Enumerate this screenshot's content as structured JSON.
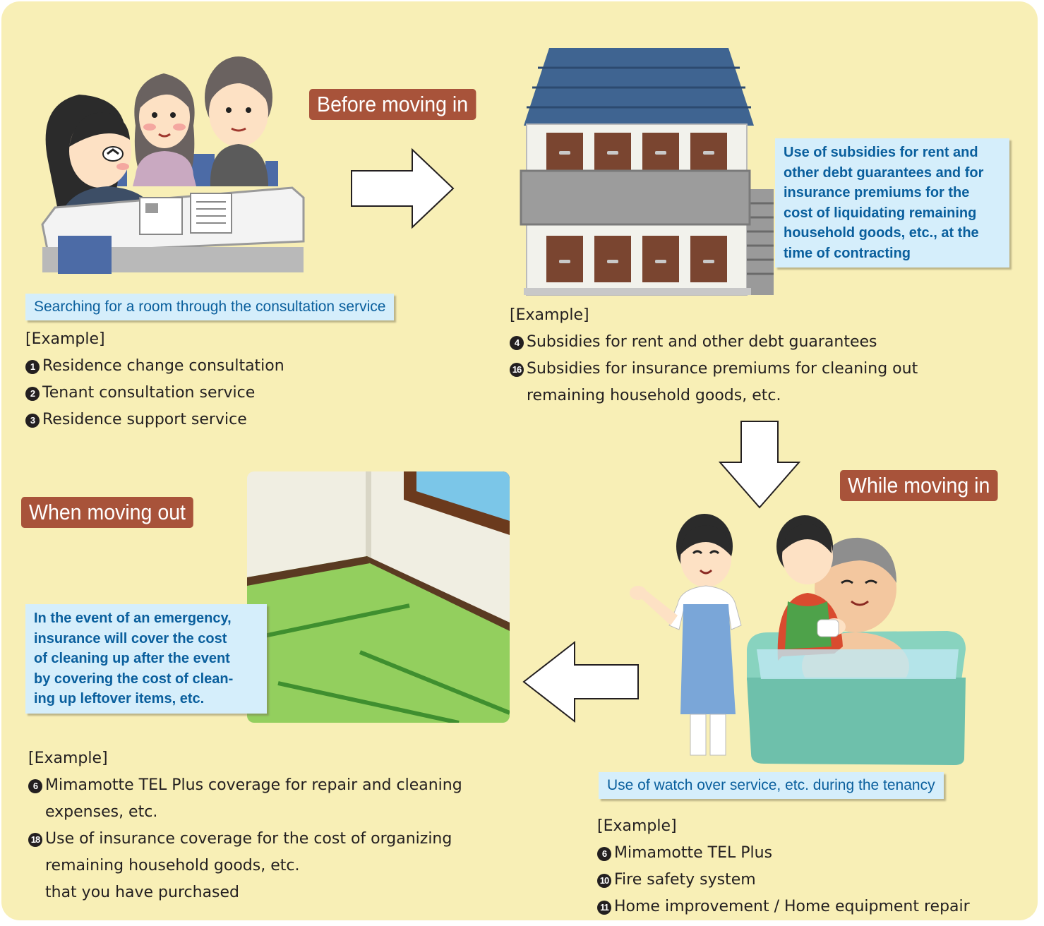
{
  "stages": {
    "before": "Before moving in",
    "while": "While moving in",
    "out": "When moving out"
  },
  "consult": {
    "caption": "Searching for a room through the consultation service",
    "example_label": "[Example]",
    "items": [
      {
        "num": "1",
        "text": "Residence change consultation"
      },
      {
        "num": "2",
        "text": "Tenant consultation service"
      },
      {
        "num": "3",
        "text": "Residence support service"
      }
    ]
  },
  "contract": {
    "caption": "Use of subsidies for rent and\nother debt guarantees and for\ninsurance premiums for the\ncost of liquidating remaining\nhousehold goods, etc., at the\ntime of contracting",
    "example_label": "[Example]",
    "items": [
      {
        "num": "4",
        "text": "Subsidies for rent and other debt guarantees",
        "cont": ""
      },
      {
        "num": "16",
        "text": "Subsidies for insurance premiums for cleaning out",
        "cont": "remaining household goods, etc."
      }
    ]
  },
  "tenancy": {
    "caption": "Use of watch over service, etc. during the tenancy",
    "example_label": "[Example]",
    "items": [
      {
        "num": "6",
        "text": "Mimamotte TEL Plus"
      },
      {
        "num": "10",
        "text": "Fire safety system"
      },
      {
        "num": "11",
        "text": "Home improvement / Home equipment repair"
      }
    ]
  },
  "moveout": {
    "caption": "In the event of an emergency,\ninsurance will cover the cost\nof cleaning up after the event\nby covering the cost of clean-\ning up leftover items, etc.",
    "example_label": "[Example]",
    "items": [
      {
        "num": "6",
        "text": "Mimamotte TEL Plus coverage for repair and cleaning",
        "cont1": "expenses, etc.",
        "cont2": ""
      },
      {
        "num": "18",
        "text": "Use of insurance coverage for the cost of organizing",
        "cont1": "remaining household goods, etc.",
        "cont2": "that you have purchased"
      }
    ]
  },
  "colors": {
    "background": "#f8efb6",
    "stage_label": "#a8533a",
    "caption_bg": "#d5eefb",
    "caption_text": "#0a5f9d"
  }
}
